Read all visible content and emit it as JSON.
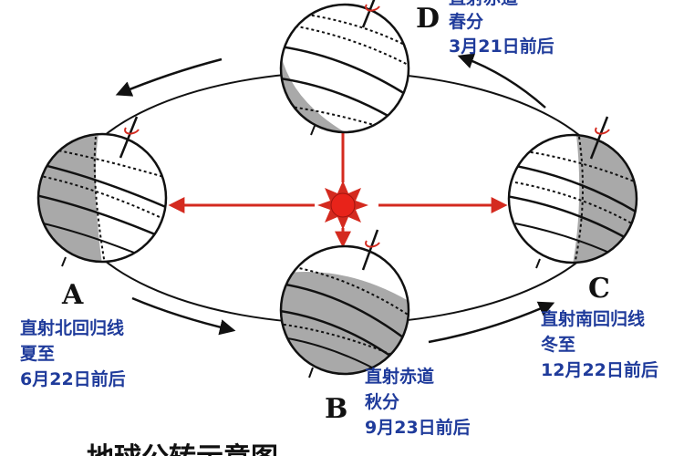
{
  "title": "地球公转示意图",
  "sun": {
    "color": "#e8231a"
  },
  "arrow_color": "#d42a1f",
  "positions": {
    "A": {
      "letter": "A",
      "line1": "直射北回归线",
      "line2": "夏至",
      "line3": "6月22日前后"
    },
    "B": {
      "letter": "B",
      "line1": "直射赤道",
      "line2": "秋分",
      "line3": "9月23日前后"
    },
    "C": {
      "letter": "C",
      "line1": "直射南回归线",
      "line2": "冬至",
      "line3": "12月22日前后"
    },
    "D": {
      "letter": "D",
      "line1": "直射赤道",
      "line2": "春分",
      "line3": "3月21日前后"
    }
  },
  "colors": {
    "shadow": "#a9a9a9",
    "label_blue": "#1f3b9b"
  }
}
